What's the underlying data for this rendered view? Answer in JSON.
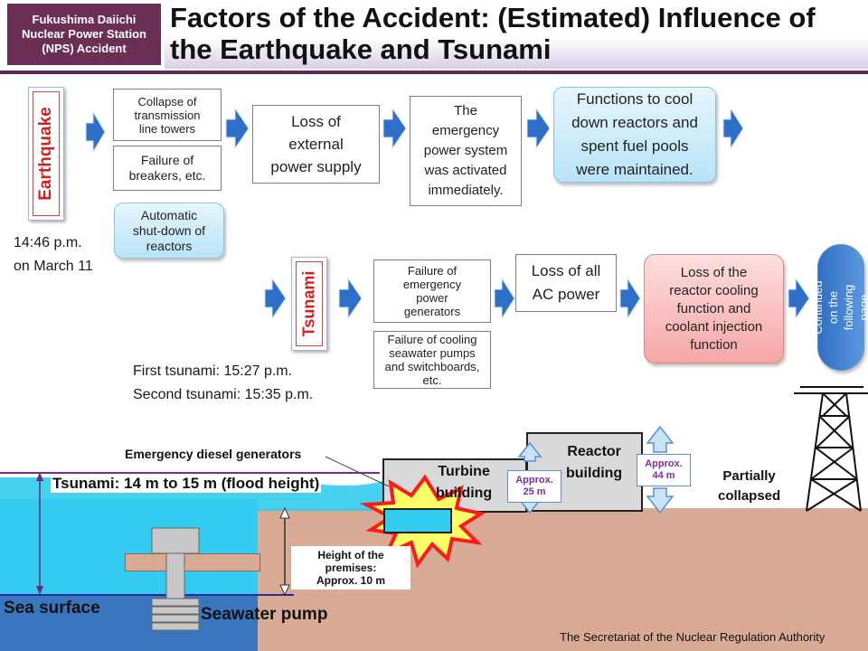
{
  "header": {
    "badge": "Fukushima Daiichi\nNuclear Power Station\n(NPS) Accident",
    "title_line1": "Factors of the Accident: (Estimated) Influence of",
    "title_line2": "the Earthquake and Tsunami"
  },
  "earthquake": {
    "label": "Earthquake",
    "time": "14:46 p.m.\non March 11",
    "collapse": "Collapse of\ntransmission\nline towers",
    "breakers": "Failure of\nbreakers, etc.",
    "shutdown": "Automatic\nshut-down of\nreactors",
    "loss_external": "Loss of\nexternal\npower supply",
    "emergency_activated": "The\nemergency\npower system\nwas activated\nimmediately.",
    "functions_maintained": "Functions to cool\ndown reactors and\nspent fuel pools\nwere maintained."
  },
  "tsunami": {
    "label": "Tsunami",
    "times": "First tsunami: 15:27 p.m.\nSecond tsunami: 15:35 p.m.",
    "failure_generators": "Failure of\nemergency\npower\ngenerators",
    "failure_pumps": "Failure of cooling\nseawater pumps\nand switchboards,\netc.",
    "loss_ac": "Loss of all\nAC power",
    "loss_cooling": "Loss of the\nreactor cooling\nfunction and\ncoolant injection\nfunction",
    "continued": "Continued on the\nfollowing page"
  },
  "illustration": {
    "diesel": "Emergency diesel generators",
    "tsunami_height": "Tsunami: 14 m to 15 m (flood height)",
    "turbine": "Turbine\nbuilding",
    "reactor": "Reactor\nbuilding",
    "approx25": "Approx.\n25 m",
    "approx44": "Approx.\n44 m",
    "collapsed": "Partially\ncollapsed",
    "premises": "Height of the\npremises:\nApprox. 10 m",
    "sea_surface": "Sea surface",
    "seawater_pump": "Seawater pump"
  },
  "footer": "The Secretariat of the Nuclear Regulation Authority",
  "colors": {
    "header_badge": "#6b2f55",
    "sea": "#33ccf0",
    "ground": "#d9aa94",
    "arrow": "#2e6fc7",
    "earthquake_red": "#d42020",
    "blue_pill": "#b9e3f7",
    "red_pill": "#f6a7a7"
  }
}
